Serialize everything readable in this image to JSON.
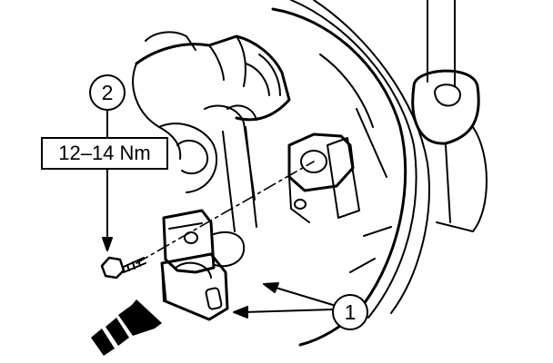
{
  "callouts": {
    "fastener_number": "2",
    "sensor_number": "1"
  },
  "torque_spec": "12–14 Nm",
  "icons": {
    "view_direction": "view-direction-arrow-icon"
  },
  "colors": {
    "line": "#000000",
    "background": "#ffffff"
  }
}
